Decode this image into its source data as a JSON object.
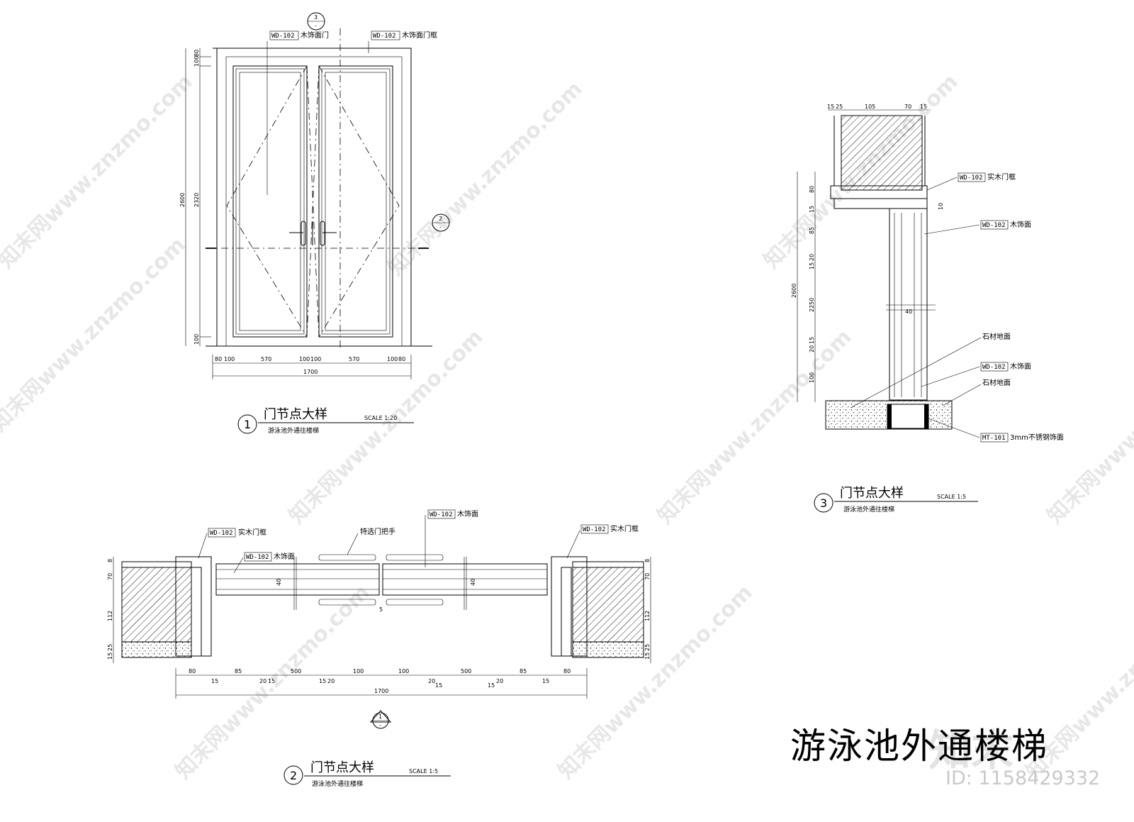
{
  "watermark": {
    "text": "知末网www.znzmo.com",
    "logo_text": "知末"
  },
  "main_title": "游泳池外通楼梯",
  "image_id": "ID: 1158429332",
  "detail1": {
    "number": "1",
    "title": "门节点大样",
    "scale": "SCALE 1:20",
    "subtitle": "游泳池外通往楼梯",
    "tag_door": "WD-102",
    "label_door": "木饰面门",
    "tag_frame": "WD-102",
    "label_frame": "木饰面门框",
    "section_ref_top": {
      "num": "3",
      "sub": "-"
    },
    "section_ref_right": {
      "num": "2",
      "sub": "-"
    },
    "dims_bottom": [
      "80",
      "100",
      "570",
      "100",
      "100",
      "570",
      "100",
      "80"
    ],
    "dim_total": "1700",
    "dims_left_outer": "2600",
    "dims_left_inner": "2320",
    "dims_left_top": "100",
    "dims_left_top2": "80",
    "dims_left_bottom": "100"
  },
  "detail2": {
    "number": "2",
    "title": "门节点大样",
    "scale": "SCALE 1:5",
    "subtitle": "游泳池外通往楼梯",
    "labels": [
      {
        "tag": "WD-102",
        "text": "实木门框"
      },
      {
        "tag": "WD-102",
        "text": "木饰面"
      },
      {
        "tag": "",
        "text": "特选门把手"
      },
      {
        "tag": "WD-102",
        "text": "木饰面"
      },
      {
        "tag": "WD-102",
        "text": "实木门框"
      }
    ],
    "dims_top": [
      "80",
      "85",
      "500",
      "100",
      "100",
      "500",
      "85",
      "80"
    ],
    "dims_bottom_small": [
      "15",
      "20",
      "15",
      "15",
      "20",
      "20",
      "15",
      "15",
      "20",
      "15"
    ],
    "dim_total": "1700",
    "dims_left": [
      "8",
      "70",
      "112",
      "15",
      "25"
    ],
    "dim_gap": "5",
    "dim_40a": "40",
    "dim_40b": "40",
    "section_mark": {
      "num": "1",
      "sub": "-"
    }
  },
  "detail3": {
    "number": "3",
    "title": "门节点大样",
    "scale": "SCALE 1:5",
    "subtitle": "游泳池外通往楼梯",
    "dims_top": [
      "15",
      "25",
      "105",
      "70",
      "15"
    ],
    "dims_left": [
      "80",
      "15",
      "85",
      "20",
      "15",
      "2250",
      "20",
      "15",
      "100"
    ],
    "dim_total": "2600",
    "dim_40": "40",
    "dim_10": "10",
    "labels": [
      {
        "tag": "WD-102",
        "text": "实木门框"
      },
      {
        "tag": "WD-102",
        "text": "木饰面"
      },
      {
        "tag": "",
        "text": "石材地面"
      },
      {
        "tag": "WD-102",
        "text": "木饰面"
      },
      {
        "tag": "",
        "text": "石材地面"
      },
      {
        "tag": "MT-101",
        "text": "3mm不锈钢饰面"
      }
    ]
  }
}
